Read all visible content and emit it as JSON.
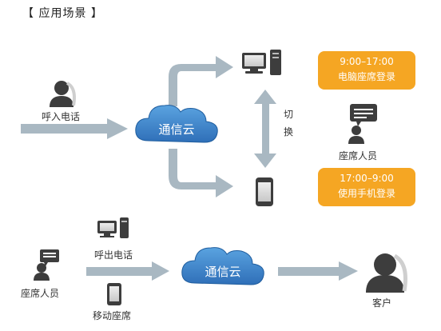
{
  "title": "【 应用场景 】",
  "top": {
    "caller_label": "呼入电话",
    "cloud_label": "通信云",
    "switch_label": "切换",
    "agent_label": "座席人员",
    "pc_schedule": {
      "time": "9:00–17:00",
      "text": "电脑座席登录"
    },
    "mobile_schedule": {
      "time": "17:00–9:00",
      "text": "使用手机登录"
    }
  },
  "bottom": {
    "agent_label": "座席人员",
    "outbound_label": "呼出电话",
    "mobile_seat_label": "移动座席",
    "cloud_label": "通信云",
    "customer_label": "客户"
  },
  "colors": {
    "arrow": "#a9b8c2",
    "cloud": "#3a7fc6",
    "badge": "#f5a623",
    "icon_dark": "#3d3d3d"
  }
}
